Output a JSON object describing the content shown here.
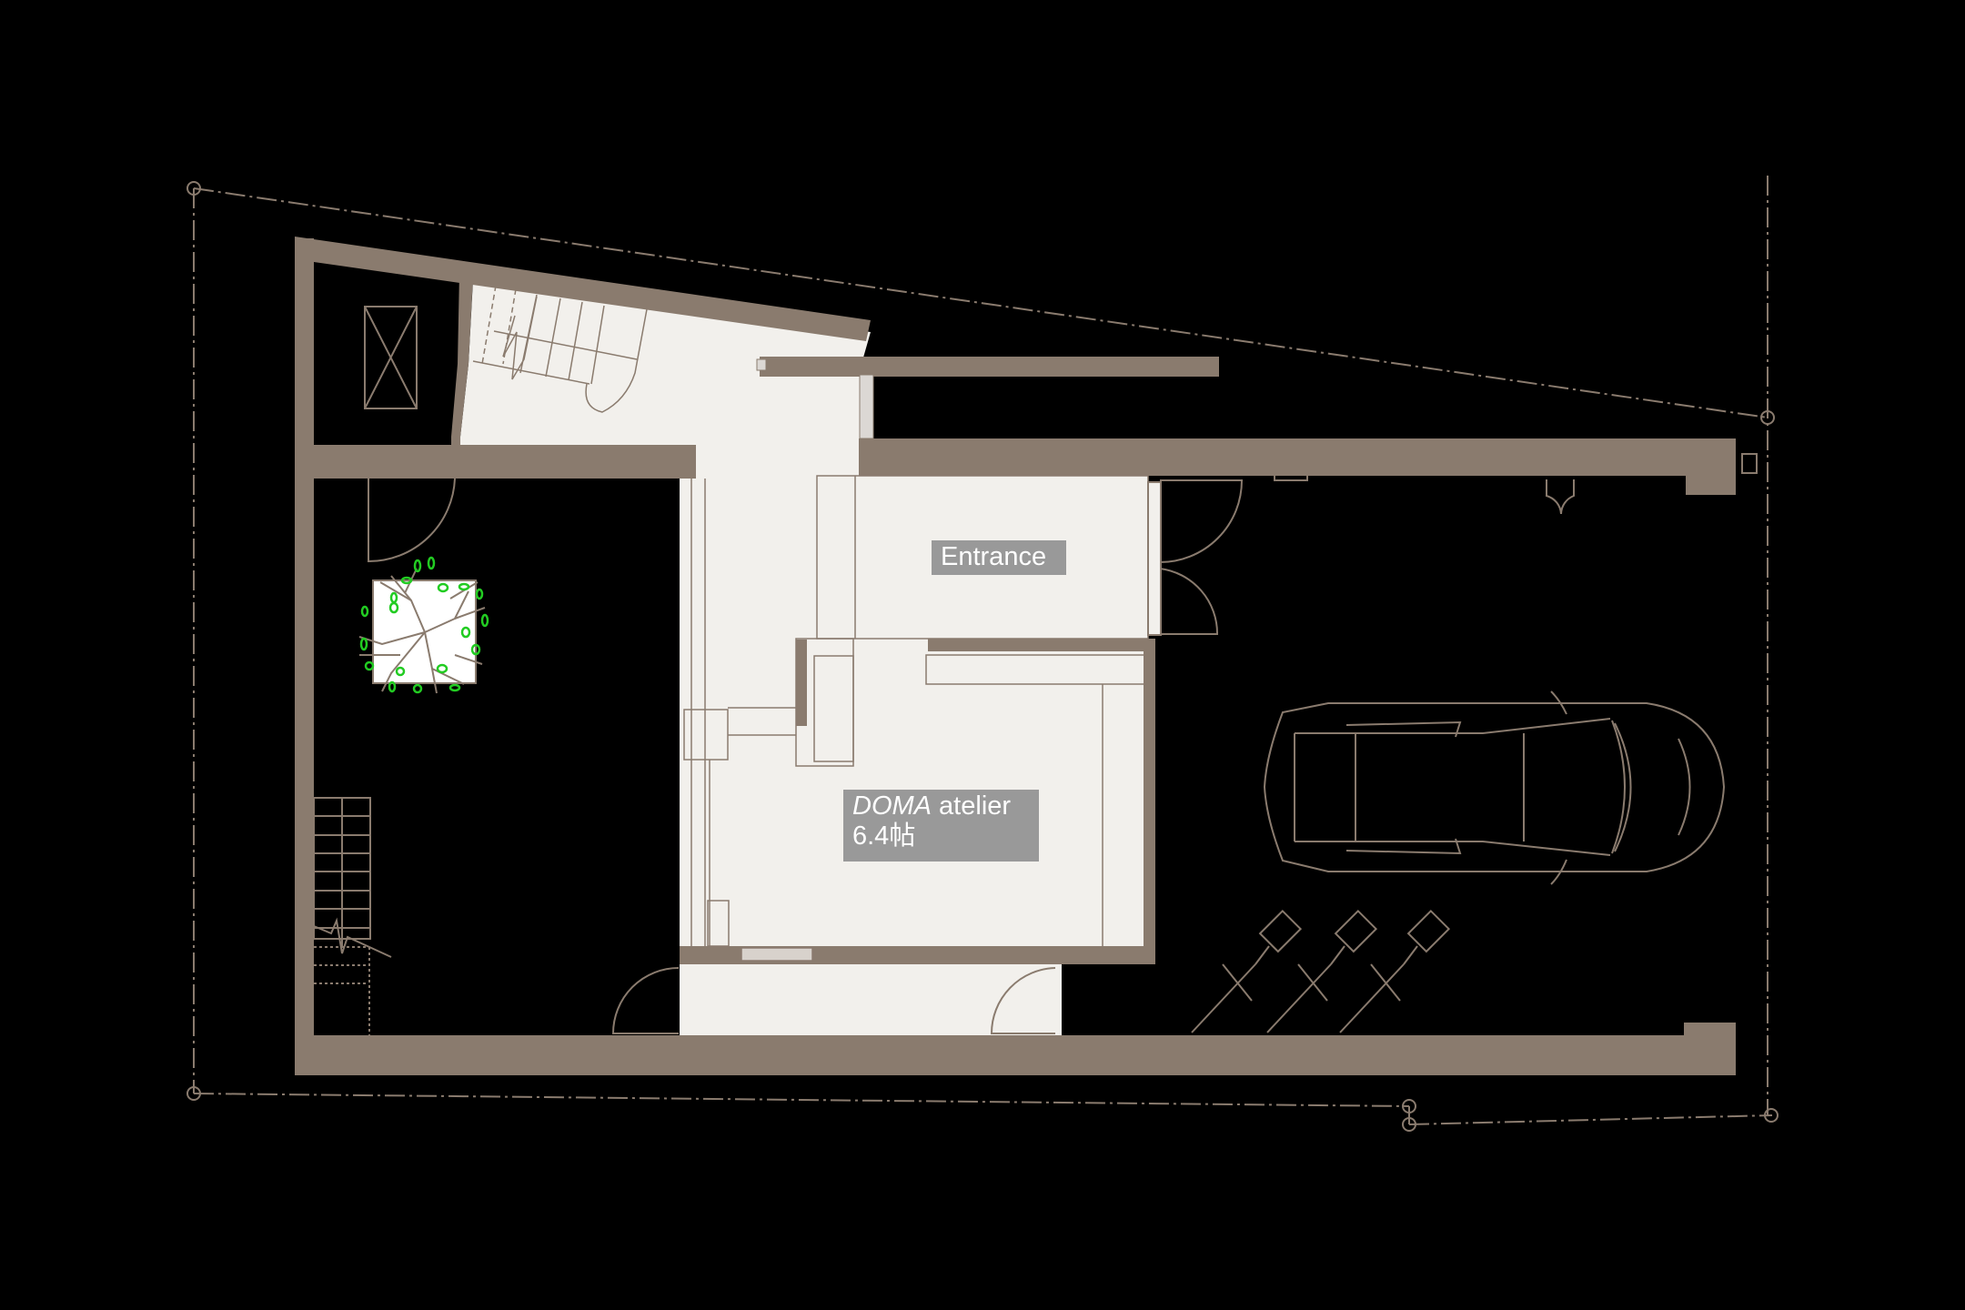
{
  "drawing": {
    "type": "architectural floor plan",
    "background_color": "#000000",
    "wall_color": "#8a7b6e",
    "floor_color": "#f2f0ec",
    "line_color": "#8a7b6e",
    "label_bg_color": "#999999",
    "label_text_color": "#ffffff",
    "tree_leaf_color": "#22cc22"
  },
  "rooms": {
    "entrance": {
      "label": "Entrance"
    },
    "doma": {
      "label_italic": "DOMA",
      "label_rest": " atelier",
      "area": "6.4帖"
    }
  },
  "symbols": [
    {
      "name": "staircase-upper",
      "kind": "winding stair"
    },
    {
      "name": "staircase-exterior",
      "kind": "straight stair"
    },
    {
      "name": "tree",
      "kind": "plant"
    },
    {
      "name": "car",
      "kind": "parked vehicle"
    },
    {
      "name": "bicycles",
      "kind": "bicycle",
      "count": 3
    },
    {
      "name": "doors",
      "count": 5
    },
    {
      "name": "site-boundary",
      "kind": "dash-dot property line"
    }
  ]
}
